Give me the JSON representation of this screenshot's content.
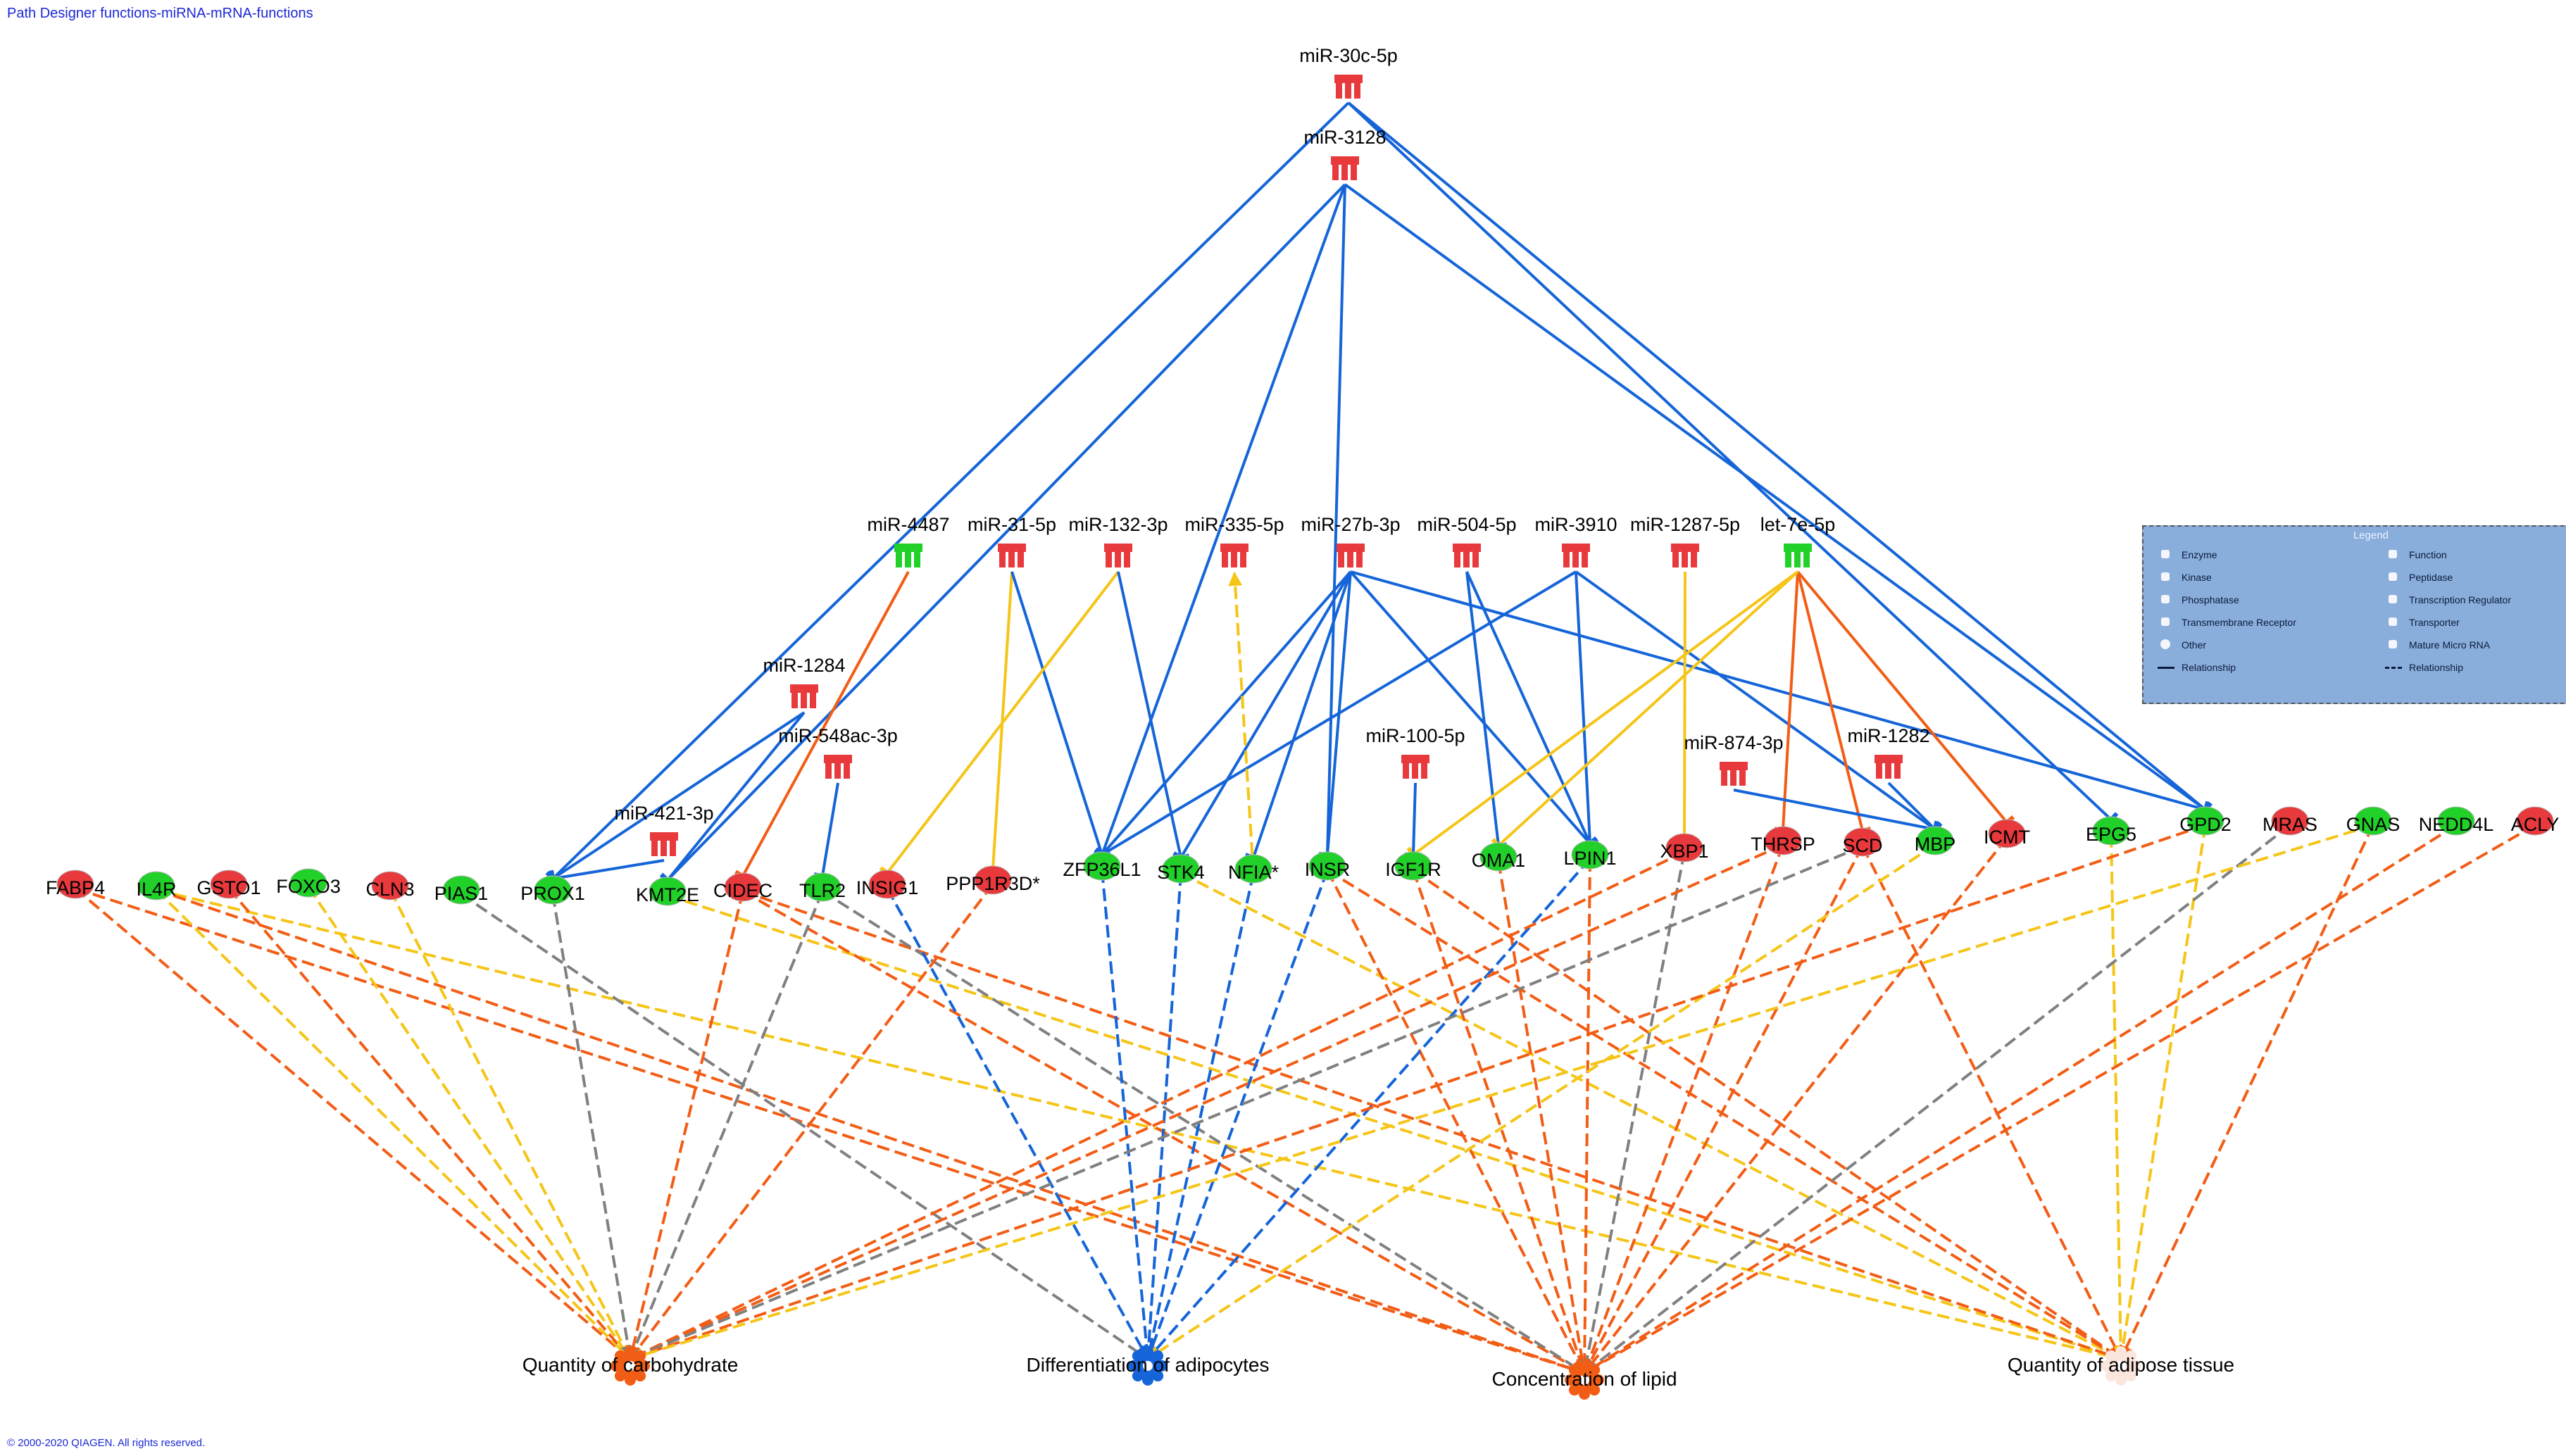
{
  "header": {
    "title": "Path Designer functions-miRNA-mRNA-functions"
  },
  "footer": {
    "copyright": "© 2000-2020 QIAGEN. All rights reserved."
  },
  "legend": {
    "title": "Legend",
    "items": [
      {
        "label": "Enzyme",
        "icon": "enzyme-icon"
      },
      {
        "label": "Function",
        "icon": "function-icon"
      },
      {
        "label": "Kinase",
        "icon": "kinase-icon"
      },
      {
        "label": "Peptidase",
        "icon": "peptidase-icon"
      },
      {
        "label": "Phosphatase",
        "icon": "phosphatase-icon"
      },
      {
        "label": "Transcription Regulator",
        "icon": "transcription-regulator-icon"
      },
      {
        "label": "Transmembrane Receptor",
        "icon": "transmembrane-receptor-icon"
      },
      {
        "label": "Transporter",
        "icon": "transporter-icon"
      },
      {
        "label": "Other",
        "icon": "other-icon"
      },
      {
        "label": "Mature Micro RNA",
        "icon": "mature-microrna-icon"
      },
      {
        "label": "Relationship",
        "icon": "solid-line-icon"
      },
      {
        "label": "Relationship",
        "icon": "dashed-line-icon"
      }
    ]
  },
  "colors": {
    "upregulated": "#e8393d",
    "downregulated": "#22d02a",
    "inhibition": "#1565d8",
    "activation": "#f25d16",
    "inconsistent": "#f5c518",
    "unpredicted": "#808080"
  },
  "nodes": {
    "mirnas": [
      {
        "label": "miR-30c-5p",
        "color": "red"
      },
      {
        "label": "miR-3128",
        "color": "red"
      },
      {
        "label": "miR-4487",
        "color": "green"
      },
      {
        "label": "miR-31-5p",
        "color": "red"
      },
      {
        "label": "miR-132-3p",
        "color": "red"
      },
      {
        "label": "miR-335-5p",
        "color": "red"
      },
      {
        "label": "miR-27b-3p",
        "color": "red"
      },
      {
        "label": "miR-504-5p",
        "color": "red"
      },
      {
        "label": "miR-3910",
        "color": "red"
      },
      {
        "label": "miR-1287-5p",
        "color": "red"
      },
      {
        "label": "let-7e-5p",
        "color": "green"
      },
      {
        "label": "miR-1284",
        "color": "red"
      },
      {
        "label": "miR-548ac-3p",
        "color": "red"
      },
      {
        "label": "miR-421-3p",
        "color": "red"
      },
      {
        "label": "miR-100-5p",
        "color": "red"
      },
      {
        "label": "miR-874-3p",
        "color": "red"
      },
      {
        "label": "miR-1282",
        "color": "red"
      }
    ],
    "genes": [
      {
        "label": "FABP4",
        "color": "red"
      },
      {
        "label": "IL4R",
        "color": "green"
      },
      {
        "label": "GSTO1",
        "color": "red"
      },
      {
        "label": "FOXO3",
        "color": "green"
      },
      {
        "label": "CLN3",
        "color": "red"
      },
      {
        "label": "PIAS1",
        "color": "green"
      },
      {
        "label": "PROX1",
        "color": "green"
      },
      {
        "label": "KMT2E",
        "color": "green"
      },
      {
        "label": "CIDEC",
        "color": "red"
      },
      {
        "label": "TLR2",
        "color": "green"
      },
      {
        "label": "INSIG1",
        "color": "red"
      },
      {
        "label": "PPP1R3D*",
        "color": "red"
      },
      {
        "label": "ZFP36L1",
        "color": "green"
      },
      {
        "label": "STK4",
        "color": "green"
      },
      {
        "label": "NFIA*",
        "color": "green"
      },
      {
        "label": "INSR",
        "color": "green"
      },
      {
        "label": "IGF1R",
        "color": "green"
      },
      {
        "label": "OMA1",
        "color": "green"
      },
      {
        "label": "LPIN1",
        "color": "green"
      },
      {
        "label": "XBP1",
        "color": "red"
      },
      {
        "label": "THRSP",
        "color": "red"
      },
      {
        "label": "SCD",
        "color": "red"
      },
      {
        "label": "MBP",
        "color": "green"
      },
      {
        "label": "ICMT",
        "color": "red"
      },
      {
        "label": "EPG5",
        "color": "green"
      },
      {
        "label": "GPD2",
        "color": "green"
      },
      {
        "label": "MRAS",
        "color": "red"
      },
      {
        "label": "GNAS",
        "color": "green"
      },
      {
        "label": "NEDD4L",
        "color": "green"
      },
      {
        "label": "ACLY",
        "color": "red"
      }
    ],
    "functions": [
      {
        "label": "Quantity of carbohydrate",
        "color": "orange"
      },
      {
        "label": "Differentiation of adipocytes",
        "color": "blue"
      },
      {
        "label": "Concentration of lipid",
        "color": "orange"
      },
      {
        "label": "Quantity of adipose tissue",
        "color": "white"
      }
    ]
  },
  "edges": [
    {
      "from": "miR-30c-5p",
      "to": "GPD2",
      "type": "inhibition"
    },
    {
      "from": "miR-30c-5p",
      "to": "PROX1",
      "type": "inhibition"
    },
    {
      "from": "miR-30c-5p",
      "to": "EPG5",
      "type": "inhibition"
    },
    {
      "from": "miR-3128",
      "to": "KMT2E",
      "type": "inhibition"
    },
    {
      "from": "miR-3128",
      "to": "ZFP36L1",
      "type": "inhibition"
    },
    {
      "from": "miR-3128",
      "to": "INSR",
      "type": "inhibition"
    },
    {
      "from": "miR-3128",
      "to": "GPD2",
      "type": "inhibition"
    },
    {
      "from": "miR-4487",
      "to": "CIDEC",
      "type": "activation"
    },
    {
      "from": "miR-31-5p",
      "to": "PPP1R3D*",
      "type": "inconsistent"
    },
    {
      "from": "miR-31-5p",
      "to": "ZFP36L1",
      "type": "inhibition"
    },
    {
      "from": "miR-132-3p",
      "to": "INSIG1",
      "type": "inconsistent"
    },
    {
      "from": "miR-132-3p",
      "to": "STK4",
      "type": "inhibition"
    },
    {
      "from": "miR-27b-3p",
      "to": "ZFP36L1",
      "type": "inhibition"
    },
    {
      "from": "miR-27b-3p",
      "to": "STK4",
      "type": "inhibition"
    },
    {
      "from": "miR-27b-3p",
      "to": "NFIA*",
      "type": "inhibition"
    },
    {
      "from": "miR-27b-3p",
      "to": "INSR",
      "type": "inhibition"
    },
    {
      "from": "miR-27b-3p",
      "to": "LPIN1",
      "type": "inhibition"
    },
    {
      "from": "miR-27b-3p",
      "to": "GPD2",
      "type": "inhibition"
    },
    {
      "from": "miR-504-5p",
      "to": "OMA1",
      "type": "inhibition"
    },
    {
      "from": "miR-504-5p",
      "to": "LPIN1",
      "type": "inhibition"
    },
    {
      "from": "miR-3910",
      "to": "LPIN1",
      "type": "inhibition"
    },
    {
      "from": "miR-3910",
      "to": "MBP",
      "type": "inhibition"
    },
    {
      "from": "miR-3910",
      "to": "ZFP36L1",
      "type": "inhibition"
    },
    {
      "from": "miR-1287-5p",
      "to": "XBP1",
      "type": "inconsistent"
    },
    {
      "from": "let-7e-5p",
      "to": "THRSP",
      "type": "activation"
    },
    {
      "from": "let-7e-5p",
      "to": "SCD",
      "type": "activation"
    },
    {
      "from": "let-7e-5p",
      "to": "ICMT",
      "type": "activation"
    },
    {
      "from": "let-7e-5p",
      "to": "IGF1R",
      "type": "inconsistent"
    },
    {
      "from": "let-7e-5p",
      "to": "OMA1",
      "type": "inconsistent"
    },
    {
      "from": "miR-1284",
      "to": "PROX1",
      "type": "inhibition"
    },
    {
      "from": "miR-1284",
      "to": "KMT2E",
      "type": "inhibition"
    },
    {
      "from": "miR-548ac-3p",
      "to": "TLR2",
      "type": "inhibition"
    },
    {
      "from": "miR-421-3p",
      "to": "PROX1",
      "type": "inhibition"
    },
    {
      "from": "miR-100-5p",
      "to": "IGF1R",
      "type": "inhibition"
    },
    {
      "from": "miR-874-3p",
      "to": "MBP",
      "type": "inhibition"
    },
    {
      "from": "miR-1282",
      "to": "MBP",
      "type": "inhibition"
    },
    {
      "from": "NFIA*",
      "to": "miR-335-5p",
      "type": "inconsistent",
      "dashed": true
    },
    {
      "from": "FABP4",
      "to": "Quantity of carbohydrate",
      "type": "activation",
      "dashed": true
    },
    {
      "from": "FABP4",
      "to": "Concentration of lipid",
      "type": "activation",
      "dashed": true
    },
    {
      "from": "IL4R",
      "to": "Quantity of carbohydrate",
      "type": "inconsistent",
      "dashed": true
    },
    {
      "from": "IL4R",
      "to": "Quantity of adipose tissue",
      "type": "inconsistent",
      "dashed": true
    },
    {
      "from": "IL4R",
      "to": "Concentration of lipid",
      "type": "activation",
      "dashed": true
    },
    {
      "from": "GSTO1",
      "to": "Quantity of carbohydrate",
      "type": "activation",
      "dashed": true
    },
    {
      "from": "FOXO3",
      "to": "Quantity of carbohydrate",
      "type": "inconsistent",
      "dashed": true
    },
    {
      "from": "CLN3",
      "to": "Quantity of carbohydrate",
      "type": "inconsistent",
      "dashed": true
    },
    {
      "from": "PIAS1",
      "to": "Differentiation of adipocytes",
      "type": "unpredicted",
      "dashed": true
    },
    {
      "from": "PROX1",
      "to": "Quantity of carbohydrate",
      "type": "unpredicted",
      "dashed": true
    },
    {
      "from": "KMT2E",
      "to": "Quantity of adipose tissue",
      "type": "inconsistent",
      "dashed": true
    },
    {
      "from": "CIDEC",
      "to": "Quantity of carbohydrate",
      "type": "activation",
      "dashed": true
    },
    {
      "from": "CIDEC",
      "to": "Concentration of lipid",
      "type": "activation",
      "dashed": true
    },
    {
      "from": "CIDEC",
      "to": "Quantity of adipose tissue",
      "type": "activation",
      "dashed": true
    },
    {
      "from": "TLR2",
      "to": "Quantity of carbohydrate",
      "type": "unpredicted",
      "dashed": true
    },
    {
      "from": "TLR2",
      "to": "Concentration of lipid",
      "type": "unpredicted",
      "dashed": true
    },
    {
      "from": "INSIG1",
      "to": "Differentiation of adipocytes",
      "type": "inhibition",
      "dashed": true
    },
    {
      "from": "PPP1R3D*",
      "to": "Quantity of carbohydrate",
      "type": "activation",
      "dashed": true
    },
    {
      "from": "ZFP36L1",
      "to": "Differentiation of adipocytes",
      "type": "inhibition",
      "dashed": true
    },
    {
      "from": "STK4",
      "to": "Differentiation of adipocytes",
      "type": "inhibition",
      "dashed": true
    },
    {
      "from": "STK4",
      "to": "Quantity of adipose tissue",
      "type": "inconsistent",
      "dashed": true
    },
    {
      "from": "NFIA*",
      "to": "Differentiation of adipocytes",
      "type": "inhibition",
      "dashed": true
    },
    {
      "from": "INSR",
      "to": "Differentiation of adipocytes",
      "type": "inhibition",
      "dashed": true
    },
    {
      "from": "INSR",
      "to": "Concentration of lipid",
      "type": "activation",
      "dashed": true
    },
    {
      "from": "INSR",
      "to": "Quantity of adipose tissue",
      "type": "activation",
      "dashed": true
    },
    {
      "from": "IGF1R",
      "to": "Concentration of lipid",
      "type": "activation",
      "dashed": true
    },
    {
      "from": "IGF1R",
      "to": "Quantity of adipose tissue",
      "type": "activation",
      "dashed": true
    },
    {
      "from": "OMA1",
      "to": "Concentration of lipid",
      "type": "activation",
      "dashed": true
    },
    {
      "from": "LPIN1",
      "to": "Differentiation of adipocytes",
      "type": "inhibition",
      "dashed": true
    },
    {
      "from": "LPIN1",
      "to": "Concentration of lipid",
      "type": "activation",
      "dashed": true
    },
    {
      "from": "XBP1",
      "to": "Quantity of carbohydrate",
      "type": "activation",
      "dashed": true
    },
    {
      "from": "XBP1",
      "to": "Concentration of lipid",
      "type": "unpredicted",
      "dashed": true
    },
    {
      "from": "THRSP",
      "to": "Quantity of carbohydrate",
      "type": "activation",
      "dashed": true
    },
    {
      "from": "THRSP",
      "to": "Concentration of lipid",
      "type": "activation",
      "dashed": true
    },
    {
      "from": "SCD",
      "to": "Quantity of carbohydrate",
      "type": "unpredicted",
      "dashed": true
    },
    {
      "from": "SCD",
      "to": "Concentration of lipid",
      "type": "activation",
      "dashed": true
    },
    {
      "from": "SCD",
      "to": "Quantity of adipose tissue",
      "type": "activation",
      "dashed": true
    },
    {
      "from": "MBP",
      "to": "Differentiation of adipocytes",
      "type": "inconsistent",
      "dashed": true
    },
    {
      "from": "ICMT",
      "to": "Concentration of lipid",
      "type": "activation",
      "dashed": true
    },
    {
      "from": "EPG5",
      "to": "Quantity of adipose tissue",
      "type": "inconsistent",
      "dashed": true
    },
    {
      "from": "GPD2",
      "to": "Quantity of carbohydrate",
      "type": "activation",
      "dashed": true
    },
    {
      "from": "GPD2",
      "to": "Quantity of adipose tissue",
      "type": "inconsistent",
      "dashed": true
    },
    {
      "from": "MRAS",
      "to": "Concentration of lipid",
      "type": "unpredicted",
      "dashed": true
    },
    {
      "from": "GNAS",
      "to": "Quantity of carbohydrate",
      "type": "inconsistent",
      "dashed": true
    },
    {
      "from": "GNAS",
      "to": "Quantity of adipose tissue",
      "type": "activation",
      "dashed": true
    },
    {
      "from": "NEDD4L",
      "to": "Concentration of lipid",
      "type": "activation",
      "dashed": true
    },
    {
      "from": "ACLY",
      "to": "Concentration of lipid",
      "type": "activation",
      "dashed": true
    }
  ]
}
